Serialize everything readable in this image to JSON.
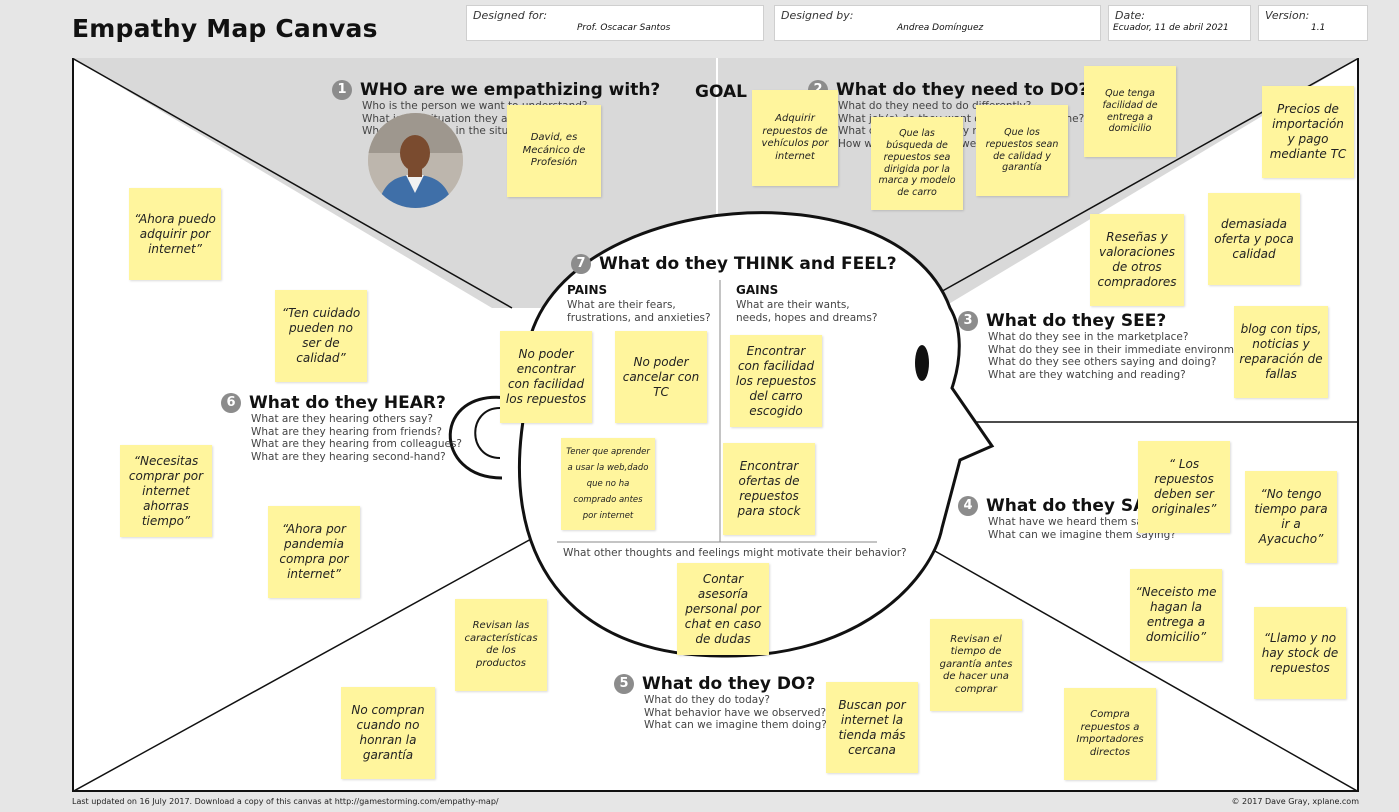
{
  "header": {
    "title": "Empathy Map Canvas",
    "designed_for_label": "Designed for:",
    "designed_for_value": "Prof. Oscacar Santos",
    "designed_by_label": "Designed by:",
    "designed_by_value": "Andrea Domínguez",
    "date_label": "Date:",
    "date_value": "Ecuador, 11 de abril 2021",
    "version_label": "Version:",
    "version_value": "1.1"
  },
  "goal": "GOAL",
  "sections": {
    "who": {
      "num": "1",
      "title": "WHO are we empathizing with?",
      "questions": [
        "Who is the person we want to understand?",
        "What is the situation they are in?",
        "What is their role in the situation?"
      ]
    },
    "do_need": {
      "num": "2",
      "title": "What do they need to DO?",
      "questions": [
        "What do they need to do differently?",
        "What job(s) do they want or need to get done?",
        "What decision(s) do they need to make?",
        "How will we know they were successful?"
      ]
    },
    "see": {
      "num": "3",
      "title": "What do they SEE?",
      "questions": [
        "What do they see in the marketplace?",
        "What do they see in their immediate environment?",
        "What do they see others saying and doing?",
        "What are they watching and reading?"
      ]
    },
    "say": {
      "num": "4",
      "title": "What do they SAY?",
      "questions": [
        "What have we heard them say?",
        "What can we imagine them saying?"
      ]
    },
    "do": {
      "num": "5",
      "title": "What do they DO?",
      "questions": [
        "What do they do today?",
        "What behavior have we observed?",
        "What can we imagine them doing?"
      ]
    },
    "hear": {
      "num": "6",
      "title": "What do they HEAR?",
      "questions": [
        "What are they hearing others say?",
        "What are they hearing from friends?",
        "What are they hearing from colleagues?",
        "What are they hearing second-hand?"
      ]
    },
    "think": {
      "num": "7",
      "title": "What do they THINK and FEEL?",
      "pains_title": "PAINS",
      "pains_q": [
        "What are their fears,",
        "frustrations, and anxieties?"
      ],
      "gains_title": "GAINS",
      "gains_q": [
        "What are their wants,",
        "needs, hopes and dreams?"
      ],
      "other": "What other thoughts and feelings might motivate their behavior?"
    }
  },
  "notes": {
    "who_1": "David, es Mecánico de Profesión",
    "need_1": "Adquirir repuestos de vehículos por internet",
    "need_2": "Que las búsqueda de repuestos sea dirigida por la marca y modelo de carro",
    "need_3": "Que los repuestos sean de calidad y garantía",
    "need_4": "Que tenga facilidad de entrega a domicilio",
    "need_5": "Precios de importación y pago mediante TC",
    "see_1": "Reseñas y valoraciones de otros compradores",
    "see_2": "demasiada oferta y poca calidad",
    "see_3": "blog con tips, noticias y reparación de fallas",
    "say_1": "“ Los repuestos deben ser originales”",
    "say_2": "“No tengo tiempo para ir a Ayacucho”",
    "say_3": "“Neceisto me hagan la entrega a domicilio”",
    "say_4": "“Llamo y no hay stock de repuestos",
    "do_1": "Revisan las características de los productos",
    "do_2": "No compran cuando no honran la garantía",
    "do_3": "Buscan por internet la tienda más cercana",
    "do_4": "Revisan el tiempo de garantía antes de hacer una comprar",
    "do_5": "Compra repuestos a Importadores directos",
    "hear_1": "“Ahora puedo adquirir por internet”",
    "hear_2": "“Ten cuidado pueden no ser de calidad”",
    "hear_3": "“Necesitas comprar por internet ahorras tiempo”",
    "hear_4": "“Ahora por pandemia compra por internet”",
    "pain_1": "No poder encontrar con facilidad los repuestos",
    "pain_2": "No poder cancelar con TC",
    "pain_3": "Tener que aprender a usar la web,dado que no ha comprado antes por internet",
    "gain_1": "Encontrar con facilidad los repuestos del carro escogido",
    "gain_2": "Encontrar ofertas de repuestos para stock",
    "other_1": "Contar asesoría personal por chat en caso de dudas"
  },
  "footer": {
    "left": "Last updated on 16 July 2017. Download a copy of this canvas at http://gamestorming.com/empathy-map/",
    "right": "© 2017 Dave Gray, xplane.com"
  },
  "colors": {
    "note": "#fff59d",
    "goal_area": "#d6d6d6",
    "badge": "#8c8c8c"
  }
}
